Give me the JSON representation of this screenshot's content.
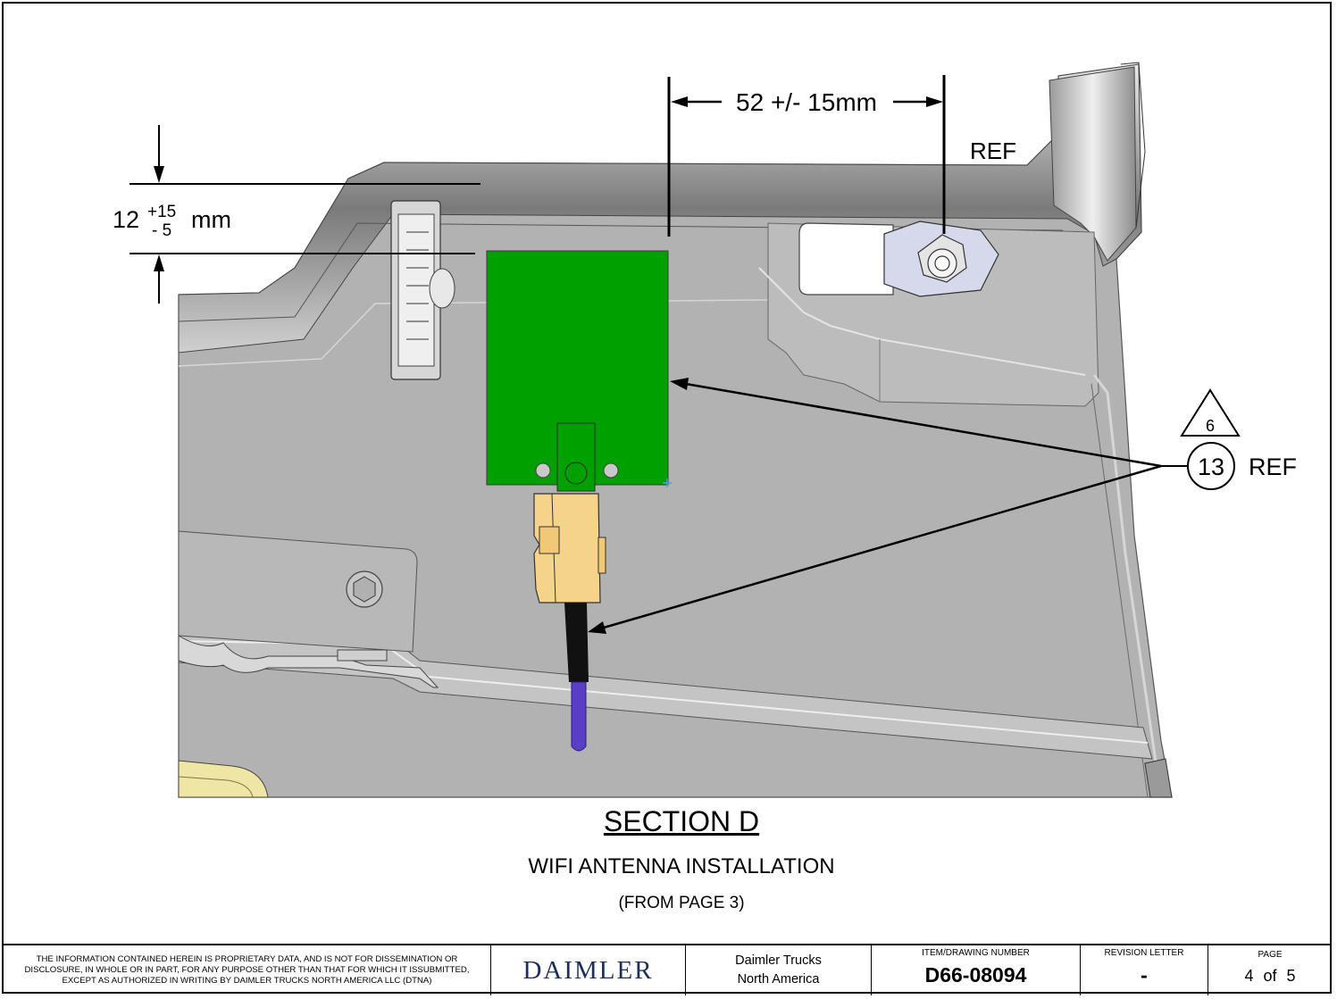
{
  "dimensions": {
    "horizontal": "52 +/- 15mm",
    "vertical_nominal": "12",
    "vertical_upper": "+15",
    "vertical_lower": "- 5",
    "vertical_unit": "mm"
  },
  "callouts": {
    "ref_top": "REF",
    "revision_triangle": "6",
    "item_balloon": "13",
    "item_ref": "REF"
  },
  "caption": {
    "title": "SECTION D",
    "subtitle": "WIFI ANTENNA INSTALLATION",
    "source": "(FROM PAGE 3)"
  },
  "title_block": {
    "notice": "THE INFORMATION CONTAINED HEREIN IS PROPRIETARY DATA, AND IS NOT FOR DISSEMINATION OR DISCLOSURE, IN WHOLE OR  IN PART, FOR ANY PURPOSE OTHER THAN THAT FOR WHICH IT ISSUBMITTED, EXCEPT AS AUTHORIZED IN WRITING BY DAIMLER TRUCKS NORTH AMERICA LLC (DTNA)",
    "logo": "DAIMLER",
    "company_line1": "Daimler Trucks",
    "company_line2": "North America",
    "drawing_number_label": "ITEM/DRAWING NUMBER",
    "drawing_number": "D66-08094",
    "revision_label": "REVISION LETTER",
    "revision": "-",
    "page_label": "PAGE",
    "page": "4  of   5"
  },
  "colors": {
    "panel": "#b0b0b0",
    "antenna_board": "#00a000",
    "connector": "#f6d38a",
    "cable": "#111111",
    "cable_end": "#5a3ec8"
  }
}
